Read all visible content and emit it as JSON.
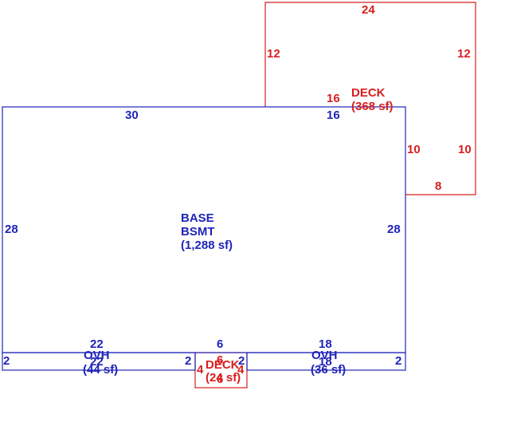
{
  "colors": {
    "base": "#1f24b8",
    "deck": "#d81e1e"
  },
  "areas": {
    "base": {
      "line1": "BASE",
      "line2": "BSMT",
      "area": "(1,288 sf)"
    },
    "deck_upper": {
      "name": "DECK",
      "area": "(368 sf)"
    },
    "ovh_left": {
      "name": "OVH",
      "area": "(44 sf)"
    },
    "ovh_right": {
      "name": "OVH",
      "area": "(36 sf)"
    },
    "deck_lower": {
      "name": "DECK",
      "area": "(24 sf)"
    }
  },
  "dimensions": {
    "base_top": "30",
    "base_top_right": "16",
    "base_left": "28",
    "base_right": "28",
    "base_bottom_left": "22",
    "base_bottom_mid": "6",
    "base_bottom_right": "18",
    "deck_top": "24",
    "deck_left": "12",
    "deck_right": "12",
    "deck_inner": "16",
    "deck_lower_left": "10",
    "deck_lower_right": "10",
    "deck_bottom": "8",
    "ovh_left_side": "2",
    "ovh_left_inner": "2",
    "ovh_left_bottom": "22",
    "ovh_right_side": "2",
    "ovh_right_inner": "2",
    "ovh_right_bottom": "18",
    "small_deck_left": "4",
    "small_deck_right": "4",
    "small_deck_top": "6",
    "small_deck_bottom": "6"
  }
}
